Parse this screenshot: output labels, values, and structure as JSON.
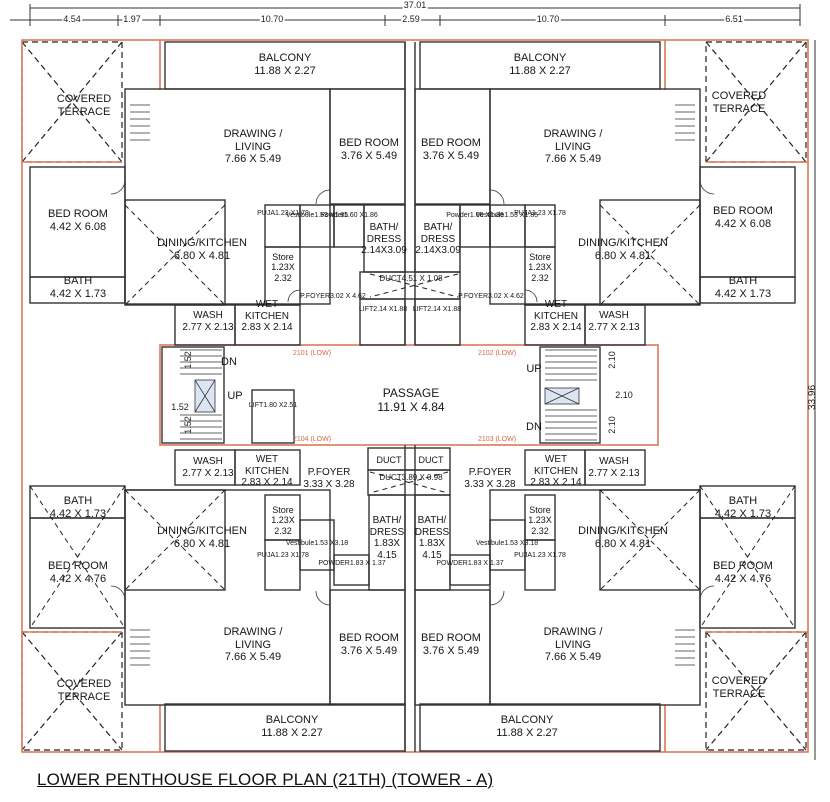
{
  "dimensions": {
    "total": "37.01",
    "top_segments": [
      "4.54",
      "1.97",
      "10.70",
      "2.59",
      "10.70",
      "6.51"
    ],
    "vertical_total": "33.96",
    "stair_left": [
      "1.52",
      "1.52",
      "1.52"
    ],
    "stair_right": [
      "2.10",
      "2.10",
      "2.10"
    ]
  },
  "rooms": {
    "balcony_tl": {
      "name": "BALCONY",
      "dim": "11.88 X 2.27"
    },
    "balcony_tr": {
      "name": "BALCONY",
      "dim": "11.88 X 2.27"
    },
    "balcony_bl": {
      "name": "BALCONY",
      "dim": "11.88 X 2.27"
    },
    "balcony_br": {
      "name": "BALCONY",
      "dim": "11.88 X 2.27"
    },
    "terrace_tl": {
      "name1": "COVERED",
      "name2": "TERRACE"
    },
    "terrace_tr": {
      "name1": "COVERED",
      "name2": "TERRACE"
    },
    "terrace_bl": {
      "name1": "COVERED",
      "name2": "TERRACE"
    },
    "terrace_br": {
      "name1": "COVERED",
      "name2": "TERRACE"
    },
    "drawing_tl": {
      "name1": "DRAWING /",
      "name2": "LIVING",
      "dim": "7.66 X 5.49"
    },
    "drawing_tr": {
      "name1": "DRAWING /",
      "name2": "LIVING",
      "dim": "7.66 X 5.49"
    },
    "drawing_bl": {
      "name1": "DRAWING /",
      "name2": "LIVING",
      "dim": "7.66 X 5.49"
    },
    "drawing_br": {
      "name1": "DRAWING /",
      "name2": "LIVING",
      "dim": "7.66 X 5.49"
    },
    "bed_top_inner_l": {
      "name": "BED ROOM",
      "dim": "3.76 X 5.49"
    },
    "bed_top_inner_r": {
      "name": "BED ROOM",
      "dim": "3.76 X 5.49"
    },
    "bed_bot_inner_l": {
      "name": "BED ROOM",
      "dim": "3.76 X 5.49"
    },
    "bed_bot_inner_r": {
      "name": "BED ROOM",
      "dim": "3.76 X 5.49"
    },
    "bed_top_outer_l": {
      "name": "BED ROOM",
      "dim": "4.42 X 6.08"
    },
    "bed_top_outer_r": {
      "name": "BED ROOM",
      "dim": "4.42 X 6.08"
    },
    "bed_bot_outer_l": {
      "name": "BED ROOM",
      "dim": "4.42 X 4.76"
    },
    "bed_bot_outer_r": {
      "name": "BED ROOM",
      "dim": "4.42 X 4.76"
    },
    "bath_tl": {
      "name": "BATH",
      "dim": "4.42 X 1.73"
    },
    "bath_tr": {
      "name": "BATH",
      "dim": "4.42 X 1.73"
    },
    "bath_bl": {
      "name": "BATH",
      "dim": "4.42 X 1.73"
    },
    "bath_br": {
      "name": "BATH",
      "dim": "4.42 X 1.73"
    },
    "dining_tl": {
      "name": "DINING/KITCHEN",
      "dim": "6.80 X 4.81"
    },
    "dining_tr": {
      "name": "DINING/KITCHEN",
      "dim": "6.80 X 4.81"
    },
    "dining_bl": {
      "name": "DINING/KITCHEN",
      "dim": "6.80 X 4.81"
    },
    "dining_br": {
      "name": "DINING/KITCHEN",
      "dim": "6.80 X 4.81"
    },
    "wash_tl": {
      "name": "WASH",
      "dim": "2.77 X 2.13"
    },
    "wash_tr": {
      "name": "WASH",
      "dim": "2.77 X 2.13"
    },
    "wash_bl": {
      "name": "WASH",
      "dim": "2.77 X 2.13"
    },
    "wash_br": {
      "name": "WASH",
      "dim": "2.77 X 2.13"
    },
    "wetk_tl": {
      "name1": "WET",
      "name2": "KITCHEN",
      "dim": "2.83 X 2.14"
    },
    "wetk_tr": {
      "name1": "WET",
      "name2": "KITCHEN",
      "dim": "2.83 X 2.14"
    },
    "wetk_bl": {
      "name1": "WET",
      "name2": "KITCHEN",
      "dim": "2.83 X 2.14"
    },
    "wetk_br": {
      "name1": "WET",
      "name2": "KITCHEN",
      "dim": "2.83 X 2.14"
    },
    "store_tl": {
      "name": "Store",
      "dim1": "1.23X",
      "dim2": "2.32"
    },
    "store_tr": {
      "name": "Store",
      "dim1": "1.23X",
      "dim2": "2.32"
    },
    "store_bl": {
      "name": "Store",
      "dim1": "1.23X",
      "dim2": "2.32"
    },
    "store_br": {
      "name": "Store",
      "dim1": "1.23X",
      "dim2": "2.32"
    },
    "puja_tl": {
      "name": "PUJA",
      "dim1": "1.23 X",
      "dim2": "1.78"
    },
    "puja_tr": {
      "name": "PUJA",
      "dim1": "1.23 X",
      "dim2": "1.78"
    },
    "puja_bl": {
      "name": "PUJA",
      "dim1": "1.23 X",
      "dim2": "1.78"
    },
    "puja_br": {
      "name": "PUJA",
      "dim1": "1.23 X",
      "dim2": "1.78"
    },
    "vest_tl": {
      "name": "Vestibule",
      "dim1": "1.53 X",
      "dim2": "1.85"
    },
    "vest_tr": {
      "name": "Vestibule",
      "dim1": "1.53 X",
      "dim2": "1.85"
    },
    "vest_bl": {
      "name": "Vestibule",
      "dim1": "1.53 X",
      "dim2": "3.18"
    },
    "vest_br": {
      "name": "Vestibule",
      "dim1": "1.53 X",
      "dim2": "3.18"
    },
    "powder_tl": {
      "name": "Powder",
      "dim1": "1.60 X",
      "dim2": "1.86"
    },
    "powder_tr": {
      "name": "Powder",
      "dim1": "1.60 X",
      "dim2": "1.86"
    },
    "powder_bl": {
      "name": "POWDER",
      "dim": "1.83 X 1.37"
    },
    "powder_br": {
      "name": "POWDER",
      "dim": "1.83 X 1.37"
    },
    "bathdress_tl": {
      "name1": "BATH/",
      "name2": "DRESS",
      "dim": "2.14X3.09"
    },
    "bathdress_tr": {
      "name1": "BATH/",
      "name2": "DRESS",
      "dim": "2.14X3.09"
    },
    "bathdress_bl": {
      "name1": "BATH/",
      "name2": "DRESS",
      "dim1": "1.83X",
      "dim2": "4.15"
    },
    "bathdress_br": {
      "name1": "BATH/",
      "name2": "DRESS",
      "dim1": "1.83X",
      "dim2": "4.15"
    },
    "duct_top": {
      "name": "DUCT",
      "dim": "4.51 X 1.08"
    },
    "duct_bot": {
      "name": "DUCT",
      "dim": "3.89 X 0.98"
    },
    "duct_bot_small": {
      "name": "DUCT"
    },
    "lift_top_l": {
      "name": "LIFT",
      "dim1": "2.14 X",
      "dim2": "1.88"
    },
    "lift_top_r": {
      "name": "LIFT",
      "dim1": "2.14 X",
      "dim2": "1.88"
    },
    "lift_mid": {
      "name": "LIFT",
      "dim1": "1.80 X",
      "dim2": "2.51"
    },
    "pfoyer_tl": {
      "name": "P.FOYER",
      "dim": "3.02 X 4.62"
    },
    "pfoyer_tr": {
      "name": "P.FOYER",
      "dim": "3.02 X 4.62"
    },
    "pfoyer_bl": {
      "name": "P.FOYER",
      "dim": "3.33 X 3.28"
    },
    "pfoyer_br": {
      "name": "P.FOYER",
      "dim": "3.33 X 3.28"
    },
    "passage": {
      "name": "PASSAGE",
      "dim": "11.91 X 4.84"
    }
  },
  "units": [
    "2101 (LOW)",
    "2102 (LOW)",
    "2104 (LOW)",
    "2103 (LOW)"
  ],
  "stairs": {
    "left_dn": "DN",
    "left_up": "UP",
    "right_up": "UP",
    "right_dn": "DN"
  },
  "caption": "LOWER PENTHOUSE FLOOR PLAN (21TH) (TOWER - A)"
}
